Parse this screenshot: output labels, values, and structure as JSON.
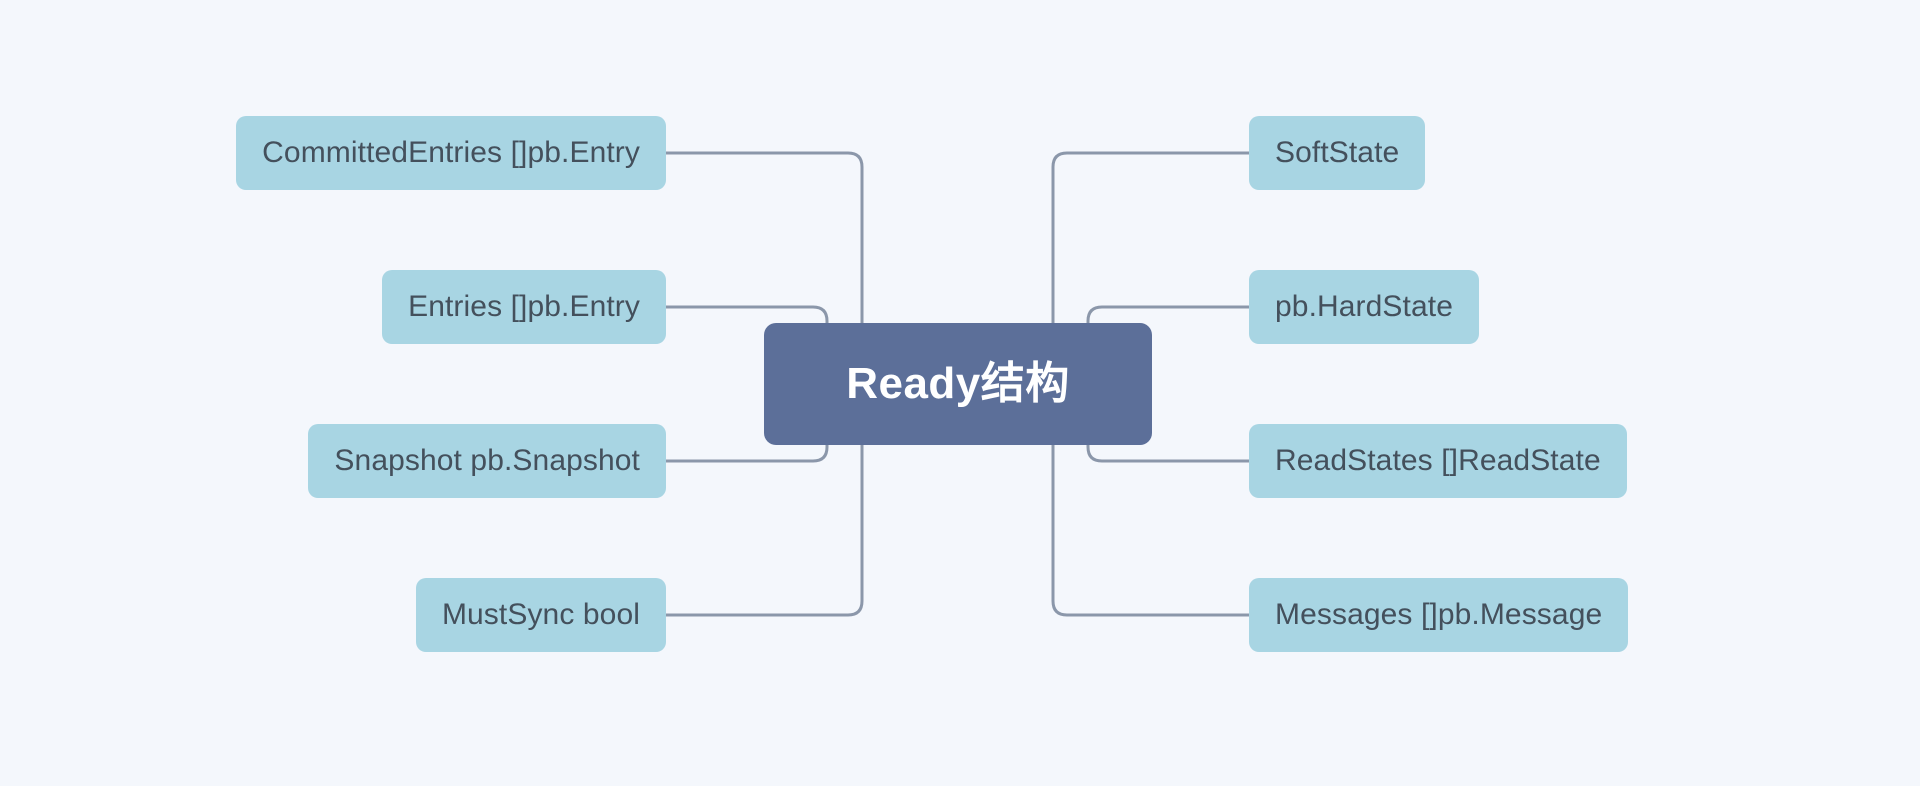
{
  "diagram": {
    "type": "mind-map",
    "background_color": "#f4f7fc",
    "connector_color": "#8b97aa",
    "center": {
      "label": "Ready结构",
      "fill_color": "#5c6f99",
      "text_color": "#ffffff"
    },
    "node_style": {
      "fill_color": "#a8d5e3",
      "text_color": "#44505c"
    },
    "left_branches": [
      {
        "label": "CommittedEntries []pb.Entry"
      },
      {
        "label": "Entries []pb.Entry"
      },
      {
        "label": "Snapshot pb.Snapshot"
      },
      {
        "label": "MustSync bool"
      }
    ],
    "right_branches": [
      {
        "label": "SoftState"
      },
      {
        "label": "pb.HardState"
      },
      {
        "label": "ReadStates []ReadState"
      },
      {
        "label": "Messages []pb.Message"
      }
    ]
  }
}
